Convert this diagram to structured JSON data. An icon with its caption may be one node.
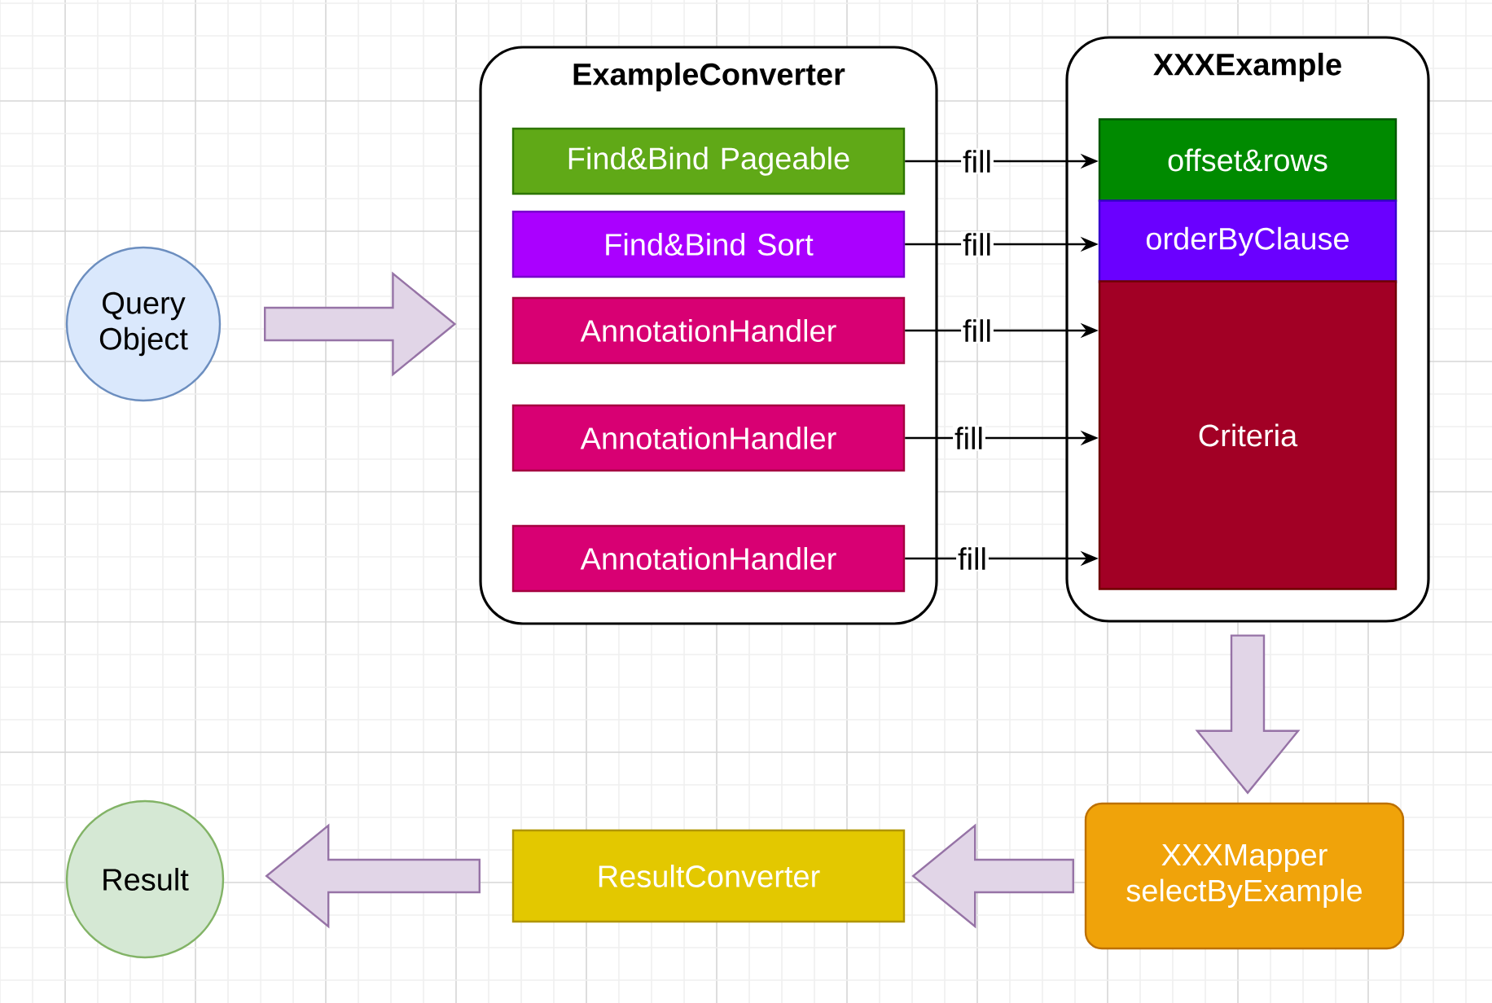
{
  "diagram": {
    "nodes": [
      {
        "text": [
          "Query Object"
        ]
      },
      {
        "text": [
          "ExampleConverter"
        ]
      },
      {
        "text": [
          "Find&Bind Pageable"
        ],
        "in": 1
      },
      {
        "text": [
          "Find&Bind Sort"
        ],
        "in": 1
      },
      {
        "text": [
          "AnnotationHandler"
        ],
        "in": 1
      },
      {
        "text": [
          "AnnotationHandler"
        ],
        "in": 1
      },
      {
        "text": [
          "AnnotationHandler"
        ],
        "in": 1
      },
      {
        "text": [
          "XXXExample"
        ]
      },
      {
        "text": [
          "offset&rows"
        ],
        "in": 7
      },
      {
        "text": [
          "orderByClause"
        ],
        "in": 7
      },
      {
        "text": [
          "Criteria"
        ],
        "in": 7
      },
      {
        "text": [
          "XXXMapper selectByExample"
        ]
      },
      {
        "text": [
          "ResultConverter"
        ]
      },
      {
        "text": [
          "Result"
        ]
      }
    ],
    "edges": [
      {
        "from": 0,
        "to": 1,
        "arrow": "to",
        "style": "thick",
        "color": "#9673a6"
      },
      {
        "from": 2,
        "to": 8,
        "arrow": "to",
        "label": "fill"
      },
      {
        "from": 3,
        "to": 9,
        "arrow": "to",
        "label": "fill"
      },
      {
        "from": 4,
        "to": 10,
        "arrow": "to",
        "label": "fill"
      },
      {
        "from": 5,
        "to": 10,
        "arrow": "to",
        "label": "fill"
      },
      {
        "from": 6,
        "to": 10,
        "arrow": "to",
        "label": "fill"
      },
      {
        "from": 7,
        "to": 11,
        "arrow": "to",
        "style": "thick",
        "color": "#9673a6"
      },
      {
        "from": 11,
        "to": 12,
        "arrow": "to",
        "style": "thick",
        "color": "#9673a6"
      },
      {
        "from": 12,
        "to": 13,
        "arrow": "to",
        "style": "thick",
        "color": "#9673a6"
      }
    ]
  }
}
